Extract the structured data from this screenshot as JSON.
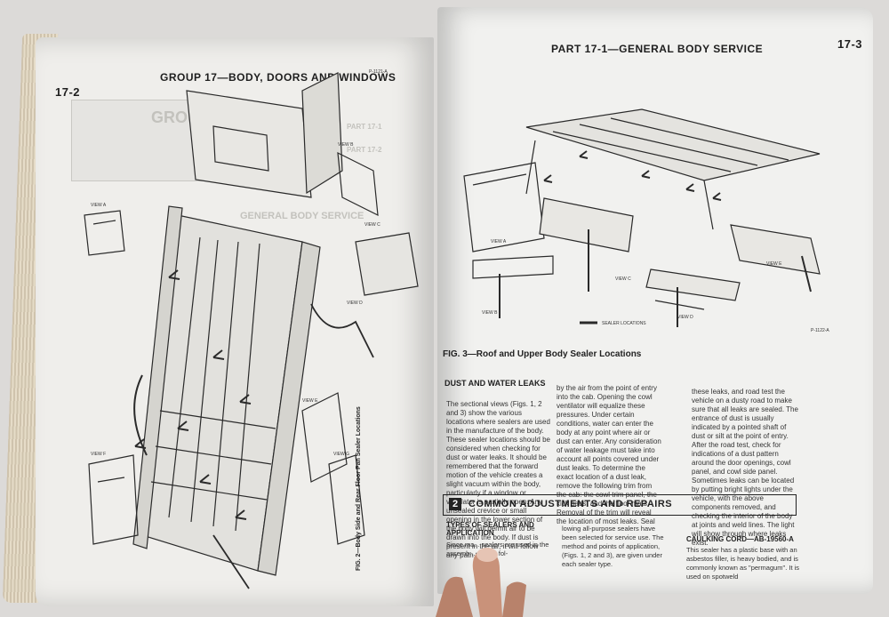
{
  "left_page": {
    "page_number": "17-2",
    "running_head": "GROUP 17—BODY, DOORS AND WINDOWS",
    "ghost_group_label": "GROUP 17",
    "ghost_fragment_1": "GENERAL BODY SERVICE",
    "ghost_fragment_2": "PART 17-1",
    "ghost_fragment_3": "PART 17-2",
    "figure_id": "P-1121-A",
    "figure_caption": "FIG. 2—Body Side and Rear Floor Pan Sealer Locations",
    "views": [
      "VIEW A",
      "VIEW B",
      "VIEW C",
      "VIEW D",
      "VIEW E",
      "VIEW F",
      "VIEW G"
    ]
  },
  "right_page": {
    "page_number": "17-3",
    "running_head": "PART 17-1—GENERAL BODY SERVICE",
    "figure_id": "P-1122-A",
    "figure_caption": "FIG. 3—Roof and Upper Body Sealer Locations",
    "views": [
      "VIEW A",
      "VIEW B",
      "VIEW C",
      "VIEW D",
      "VIEW E"
    ],
    "legend_label": "SEALER LOCATIONS",
    "section_heading": "DUST AND WATER LEAKS",
    "col1_text": "The sectional views (Figs. 1, 2 and 3) show the various locations where sealers are used in the manufacture of the body. These sealer locations should be considered when checking for dust or water leaks. It should be remembered that the forward motion of the vehicle creates a slight vacuum within the body, particularly if a window or ventilator is partially open. Any unsealed crevice or small opening in the lower section of the body will permit air to be drawn into the body. If dust is present in the air, it will follow any path taken",
    "col2_text": "by the air from the point of entry into the cab. Opening the cowl ventilator will equalize these pressures. Under certain conditions, water can enter the body at any point where air or dust can enter. Any consideration of water leakage must take into account all points covered under dust leaks. To determine the exact location of a dust leak, remove the following trim from the cab: the cowl trim panel, the kick pads, and the floor mats. Removal of the trim will reveal the location of most leaks. Seal",
    "col3_text": "these leaks, and road test the vehicle on a dusty road to make sure that all leaks are sealed. The entrance of dust is usually indicated by a pointed shaft of dust or silt at the point of entry. After the road test, check for indications of a dust pattern around the door openings, cowl panel, and cowl side panel. Sometimes leaks can be located by putting bright lights under the vehicle, with the above components removed, and checking the interior of the body at joints and weld lines. The light will show through where leaks exist.",
    "banner_number": "2",
    "banner_title": "COMMON ADJUSTMENTS AND REPAIRS",
    "subsection_1": "TYPES OF SEALERS AND APPLICATION",
    "subsection_1_text": "Since ma... sealers are used in the assemb... ck, the fol-",
    "subsection_1_text_b": "lowing all-purpose sealers have been selected for service use. The method and points of application, (Figs. 1, 2 and 3), are given under each sealer type.",
    "subsection_2": "CAULKING CORD—AB-19560-A",
    "subsection_2_text": "This sealer has a plastic base with an asbestos filler, is heavy bodied, and is commonly known as \"permagum\". It is used on spotweld"
  },
  "colors": {
    "paper": "#f1f1ef",
    "ink": "#222222",
    "background": "#dcdad8",
    "skin": "#c9927a"
  }
}
